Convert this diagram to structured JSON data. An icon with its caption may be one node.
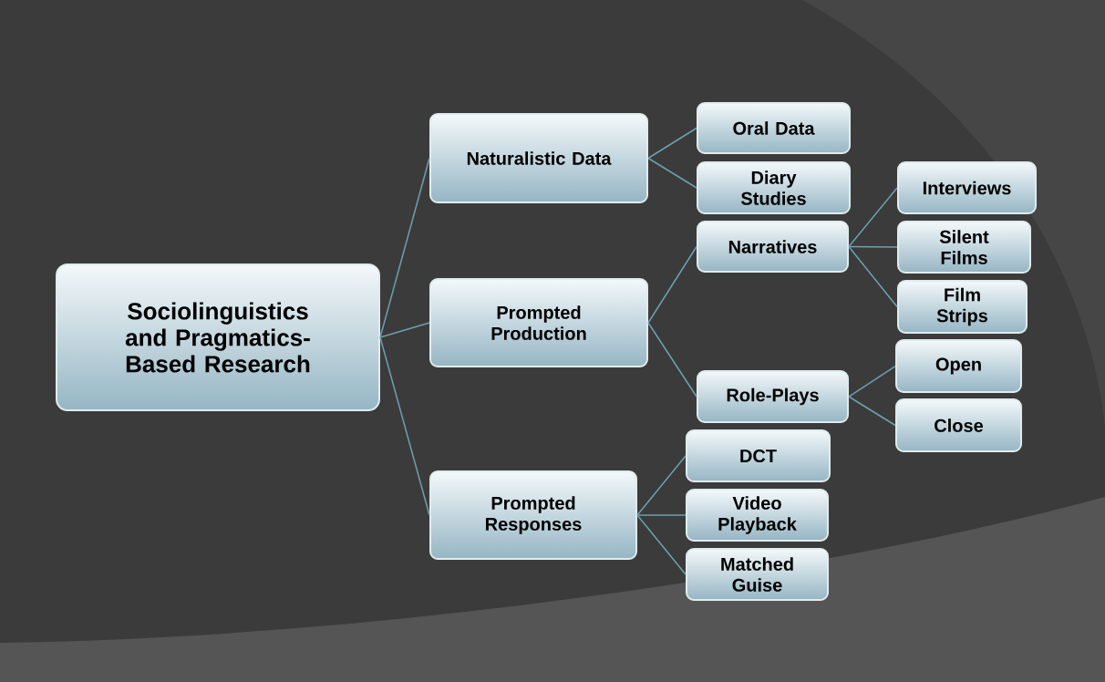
{
  "diagram": {
    "nodes": [
      {
        "text": [
          "Sociolinguistics and Pragmatics-Based Research"
        ]
      },
      {
        "text": [
          "Naturalistic Data"
        ]
      },
      {
        "text": [
          "Prompted Production"
        ]
      },
      {
        "text": [
          "Prompted Responses"
        ]
      },
      {
        "text": [
          "Oral Data"
        ]
      },
      {
        "text": [
          "Diary Studies"
        ]
      },
      {
        "text": [
          "Narratives"
        ]
      },
      {
        "text": [
          "Role-Plays"
        ]
      },
      {
        "text": [
          "Interviews"
        ]
      },
      {
        "text": [
          "Silent Films"
        ]
      },
      {
        "text": [
          "Film Strips"
        ]
      },
      {
        "text": [
          "Open"
        ]
      },
      {
        "text": [
          "Close"
        ]
      },
      {
        "text": [
          "DCT"
        ]
      },
      {
        "text": [
          "Video Playback"
        ]
      },
      {
        "text": [
          "Matched Guise"
        ]
      }
    ],
    "edges": [
      {
        "from": 0,
        "to": 1,
        "arrow": "none"
      },
      {
        "from": 0,
        "to": 2,
        "arrow": "none"
      },
      {
        "from": 0,
        "to": 3,
        "arrow": "none"
      },
      {
        "from": 1,
        "to": 4,
        "arrow": "none"
      },
      {
        "from": 1,
        "to": 5,
        "arrow": "none"
      },
      {
        "from": 2,
        "to": 6,
        "arrow": "none"
      },
      {
        "from": 2,
        "to": 7,
        "arrow": "none"
      },
      {
        "from": 6,
        "to": 8,
        "arrow": "none"
      },
      {
        "from": 6,
        "to": 9,
        "arrow": "none"
      },
      {
        "from": 6,
        "to": 10,
        "arrow": "none"
      },
      {
        "from": 7,
        "to": 11,
        "arrow": "none"
      },
      {
        "from": 7,
        "to": 12,
        "arrow": "none"
      },
      {
        "from": 3,
        "to": 13,
        "arrow": "none"
      },
      {
        "from": 3,
        "to": 14,
        "arrow": "none"
      },
      {
        "from": 3,
        "to": 15,
        "arrow": "none"
      }
    ]
  }
}
